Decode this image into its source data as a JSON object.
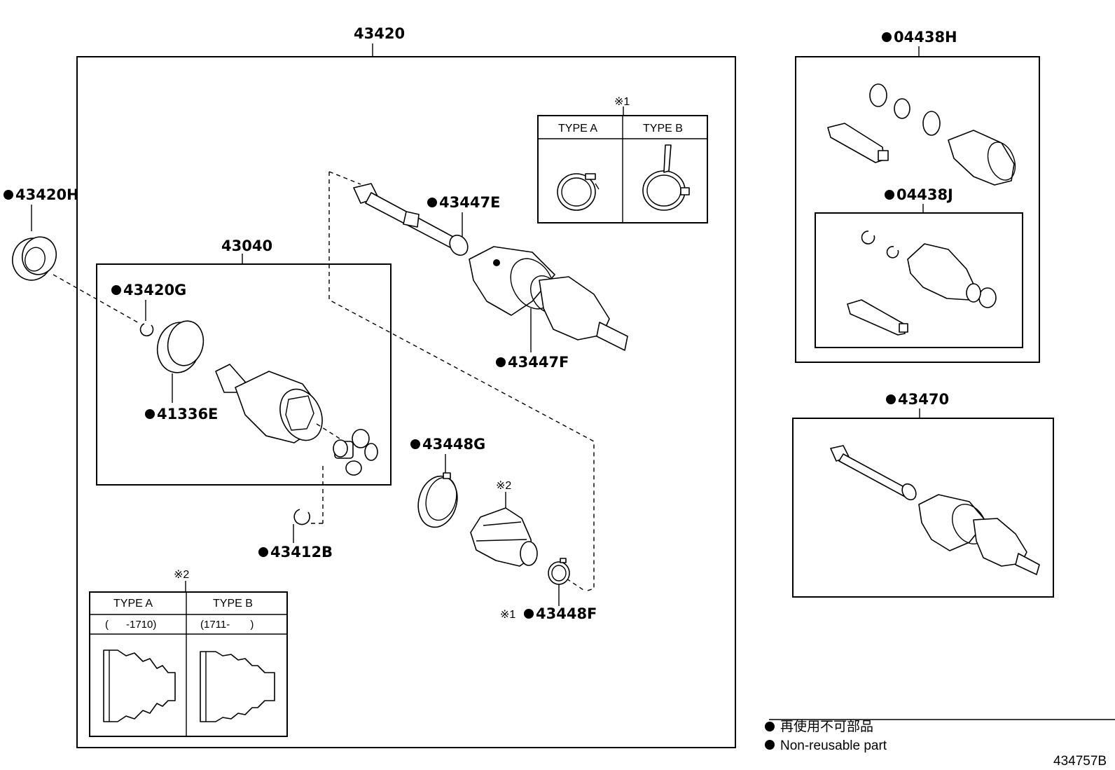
{
  "diagram_id": "434757B",
  "assembly": {
    "main": "43420",
    "inner_joint": "43040",
    "kit_outer": "04438H",
    "kit_inner": "04438J",
    "shaft_assy": "43470"
  },
  "parts": {
    "p43420H": "43420H",
    "p43420G": "43420G",
    "p41336E": "41336E",
    "p43412B": "43412B",
    "p43447E": "43447E",
    "p43447F": "43447F",
    "p43448G": "43448G",
    "p43448F": "43448F"
  },
  "notes": {
    "ref1": "※1",
    "ref2": "※2"
  },
  "inset1": {
    "type_a": "TYPE A",
    "type_b": "TYPE B"
  },
  "inset2": {
    "type_a": "TYPE A",
    "type_b": "TYPE B",
    "range_a": "(      -1710)",
    "range_b": "(1711-       )"
  },
  "legend": {
    "line_jp": "再使用不可部品",
    "line_en": "Non-reusable part"
  }
}
